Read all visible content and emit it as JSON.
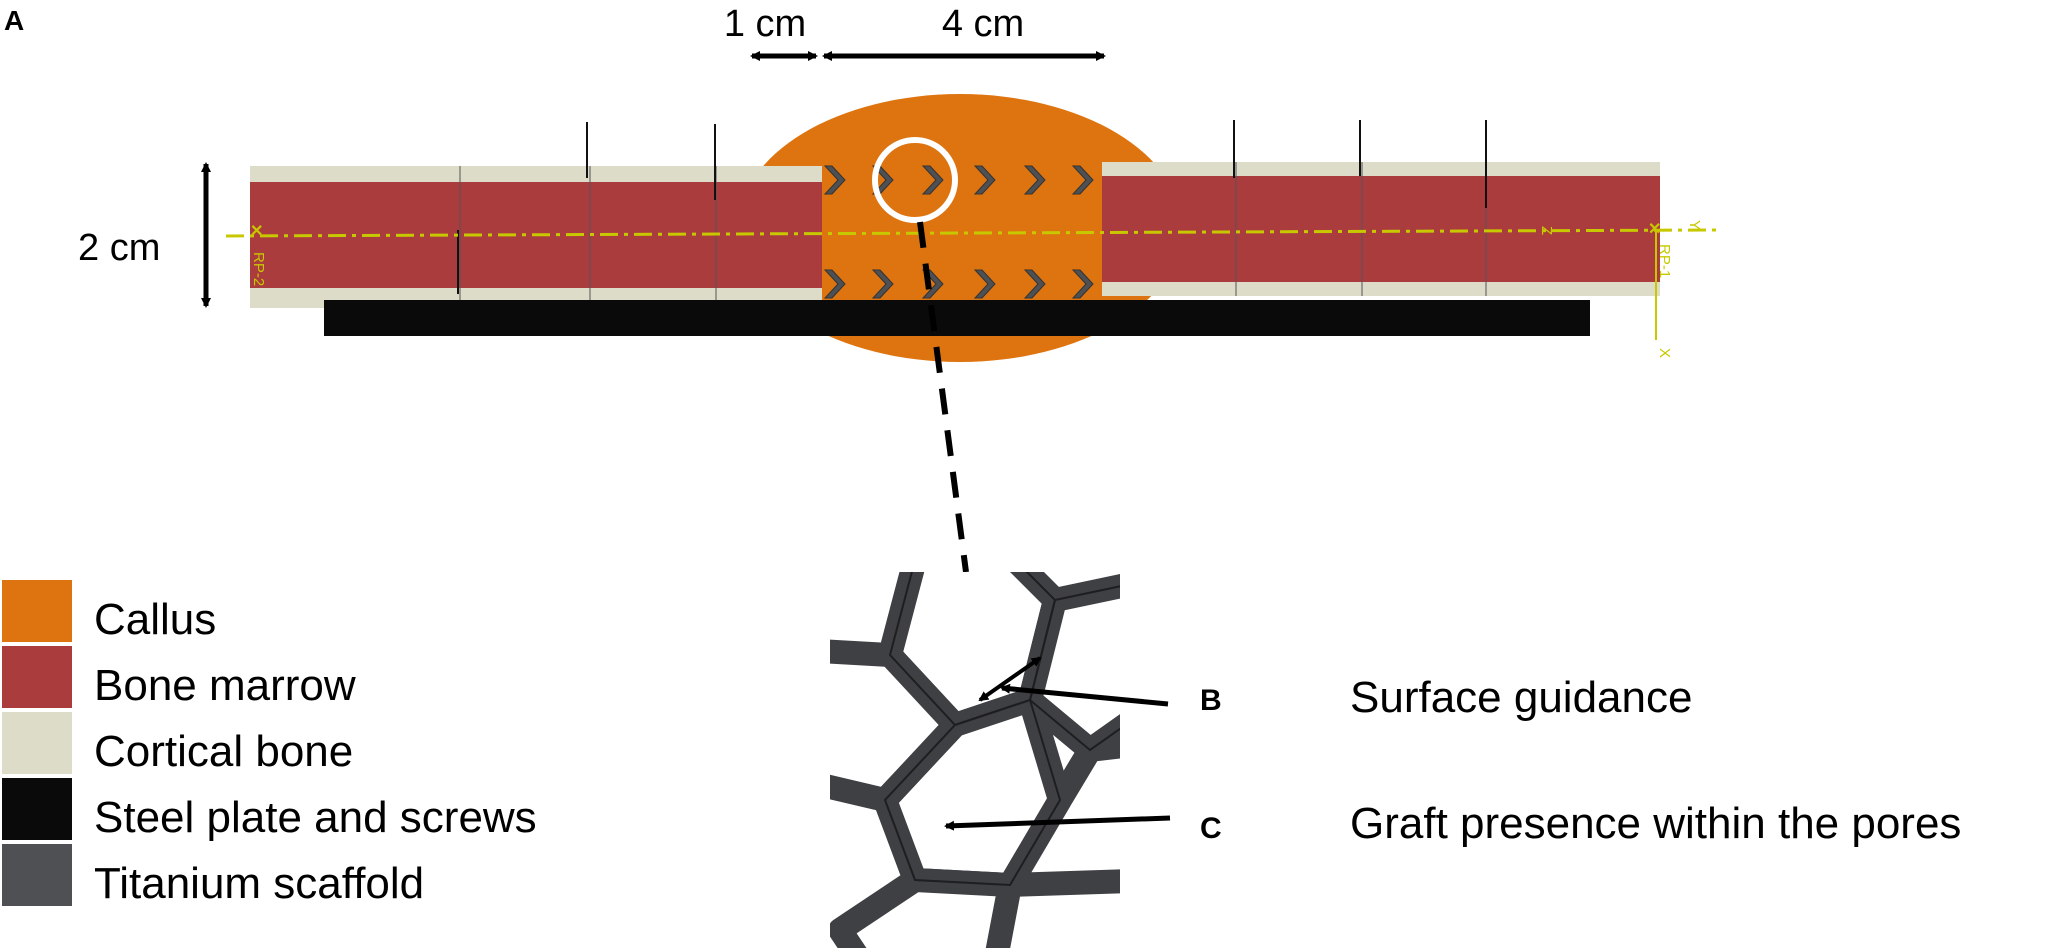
{
  "panel_label": "A",
  "dimensions": {
    "gap": "1 cm",
    "scaffold_length": "4 cm",
    "diameter": "2 cm"
  },
  "reference_points": {
    "left": "RP-2",
    "right": "RP-1",
    "axis_y": "Y",
    "axis_z": "Z",
    "axis_x": "X"
  },
  "legend": [
    {
      "label": "Callus",
      "color": "#de7410"
    },
    {
      "label": "Bone marrow",
      "color": "#aa3c3e"
    },
    {
      "label": "Cortical bone",
      "color": "#dcdcc8"
    },
    {
      "label": "Steel plate and screws",
      "color": "#0a0a0a"
    },
    {
      "label": "Titanium scaffold",
      "color": "#4f5054"
    }
  ],
  "callouts": [
    {
      "marker": "B",
      "text": "Surface guidance"
    },
    {
      "marker": "C",
      "text": "Graft presence within the pores"
    }
  ]
}
